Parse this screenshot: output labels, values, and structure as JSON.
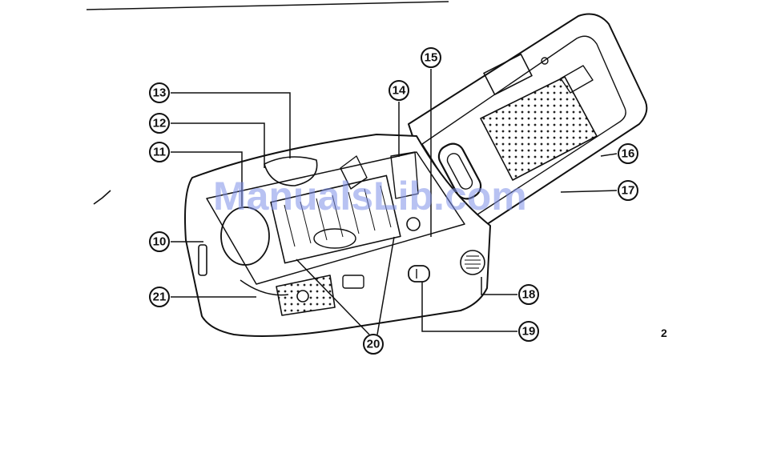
{
  "page": {
    "number": "2"
  },
  "watermark": {
    "text": "ManualsLib.com"
  },
  "callouts": [
    "10",
    "11",
    "12",
    "13",
    "14",
    "15",
    "16",
    "17",
    "18",
    "19",
    "20",
    "21"
  ],
  "colors": {
    "ink": "#111111",
    "watermark": "#7d8fe8",
    "background": "#ffffff"
  }
}
